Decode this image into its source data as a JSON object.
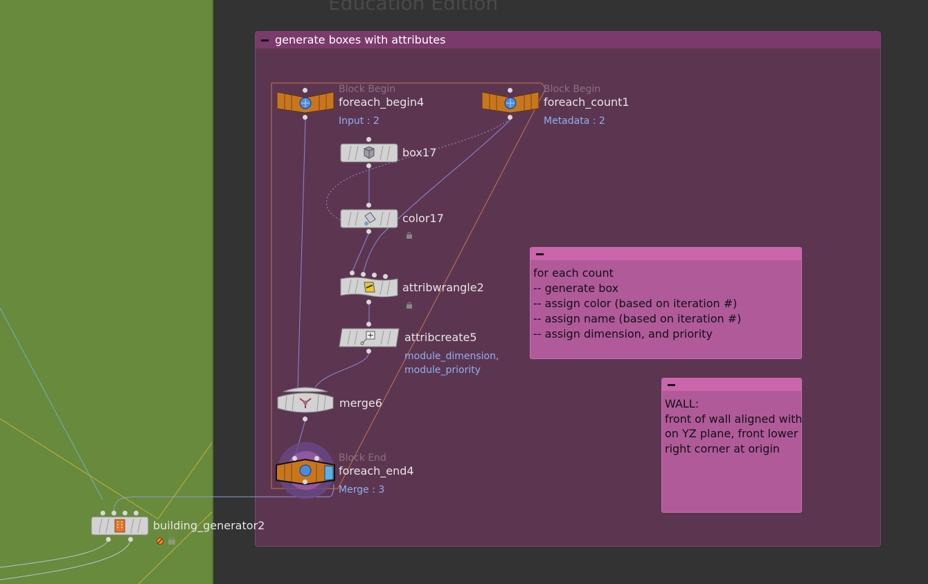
{
  "watermark": "Education Edition",
  "network_box": {
    "title": "generate boxes with attributes"
  },
  "nodes": {
    "foreach_begin4": {
      "type_label": "Block Begin",
      "name": "foreach_begin4",
      "info": "Input : 2"
    },
    "foreach_count1": {
      "type_label": "Block Begin",
      "name": "foreach_count1",
      "info": "Metadata : 2"
    },
    "box17": {
      "name": "box17"
    },
    "color17": {
      "name": "color17"
    },
    "attribwrangle2": {
      "name": "attribwrangle2"
    },
    "attribcreate5": {
      "name": "attribcreate5",
      "info_lines": [
        "module_dimension,",
        "module_priority"
      ]
    },
    "merge6": {
      "name": "merge6"
    },
    "foreach_end4": {
      "type_label": "Block End",
      "name": "foreach_end4",
      "info": "Merge : 3"
    },
    "building_generator2": {
      "name": "building_generator2"
    }
  },
  "sticky_notes": [
    {
      "lines": [
        "for each count",
        "-- generate box",
        "-- assign color (based on iteration #)",
        "-- assign name (based on iteration #)",
        "-- assign dimension, and priority"
      ]
    },
    {
      "lines": [
        "WALL:",
        "front of wall aligned with",
        "on YZ plane, front lower",
        "right corner at origin"
      ]
    }
  ],
  "colors": {
    "background": "#333333",
    "subnet_green": "#688a3c",
    "network_box": "#5c3650",
    "network_box_header": "#7b3a6c",
    "sticky_note": "#b05a9a",
    "sticky_header": "#cb65ac",
    "block_node_orange": "#c8761e",
    "info_text": "#8fb0f0"
  }
}
